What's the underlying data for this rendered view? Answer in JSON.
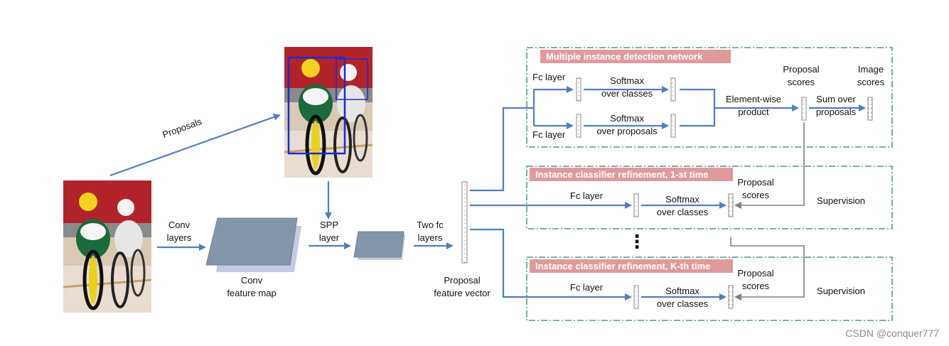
{
  "diagram": {
    "proposals_label": "Proposals",
    "conv_layers_label": "Conv\nlayers",
    "conv_feature_map_label": "Conv\nfeature map",
    "spp_layer_label": "SPP\nlayer",
    "two_fc_layers_label": "Two fc\nlayers",
    "proposal_feature_vector_label": "Proposal\nfeature vector",
    "midn": {
      "title": "Multiple instance detection network",
      "fc_layer_top": "Fc layer",
      "fc_layer_bottom": "Fc layer",
      "softmax_classes": "Softmax\nover classes",
      "softmax_proposals": "Softmax\nover proposals",
      "element_wise": "Element-wise\nproduct",
      "proposal_scores": "Proposal\nscores",
      "sum_over": "Sum over\nproposals",
      "image_scores": "Image\nscores"
    },
    "refine_1": {
      "title": "Instance classifier refinement, 1-st time",
      "fc_layer": "Fc layer",
      "softmax": "Softmax\nover classes",
      "proposal_scores": "Proposal\nscores",
      "supervision": "Supervision"
    },
    "refine_k": {
      "title": "Instance classifier refinement, K-th time",
      "fc_layer": "Fc layer",
      "softmax": "Softmax\nover classes",
      "proposal_scores": "Proposal\nscores",
      "supervision": "Supervision"
    },
    "ellipsis": "⋮"
  },
  "colors": {
    "arrow_blue": "#4f7fbe",
    "supervision_gray": "#808080",
    "box_border": "#2e7f7f",
    "banner": "#df9a9b",
    "feature_map": "#8497aa",
    "feature_map_shadow": "#c3cbe3",
    "proposal_box": "#1a2bd6"
  },
  "watermark": "CSDN @conquer777"
}
